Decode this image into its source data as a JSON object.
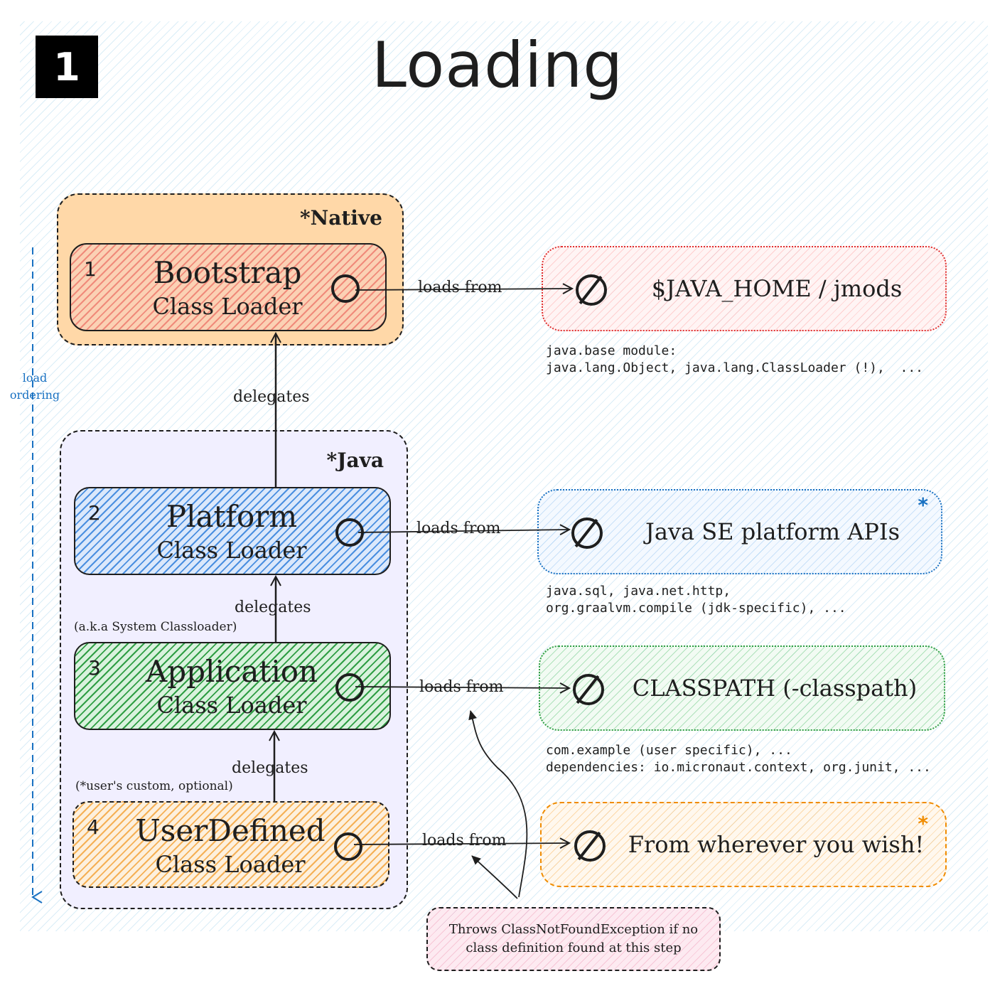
{
  "badge": "1",
  "title": "Loading",
  "groups": {
    "native": "*Native",
    "java": "*Java"
  },
  "load_ordering": [
    "load",
    "ordering"
  ],
  "loaders": [
    {
      "num": "1",
      "name": "Bootstrap",
      "sub": "Class Loader"
    },
    {
      "num": "2",
      "name": "Platform",
      "sub": "Class Loader"
    },
    {
      "num": "3",
      "name": "Application",
      "sub": "Class Loader"
    },
    {
      "num": "4",
      "name": "UserDefined",
      "sub": "Class Loader"
    }
  ],
  "loads_from": "loads from",
  "delegates": "delegates",
  "sources": [
    {
      "text": "$JAVA_HOME / jmods",
      "color": "#e03131"
    },
    {
      "text": "Java SE platform APIs",
      "star": "*",
      "color": "#1971c2"
    },
    {
      "text": "CLASSPATH (-classpath)",
      "color": "#2f9e44"
    },
    {
      "text": "From wherever you wish!",
      "star": "*",
      "color": "#f08c00"
    }
  ],
  "examples": [
    "java.base module:\njava.lang.Object, java.lang.ClassLoader (!),  ...",
    "java.sql, java.net.http,\norg.graalvm.compile (jdk-specific), ...",
    "com.example (user specific), ...\ndependencies: io.micronaut.context, org.junit, ..."
  ],
  "notes": {
    "app_alias": "(a.k.a System Classloader)",
    "user_note": "(*user's custom, optional)"
  },
  "exception": "Throws ClassNotFoundException if no class definition found at this step"
}
